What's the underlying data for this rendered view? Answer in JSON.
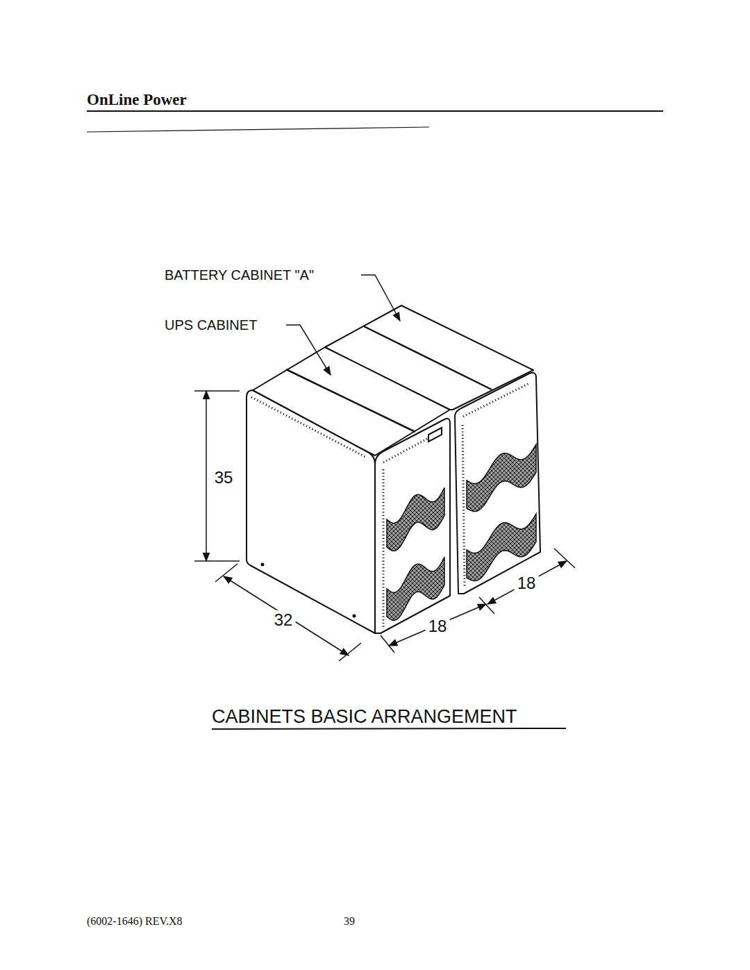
{
  "diagram": {
    "title": "OnLine Power",
    "caption": "CABINETS BASIC ARRANGEMENT",
    "labels": [
      "BATTERY CABINET \"A\"",
      "UPS CABINET",
      "35",
      "32",
      "18",
      "18",
      "(6002-1646) REV.X8",
      "39"
    ]
  }
}
